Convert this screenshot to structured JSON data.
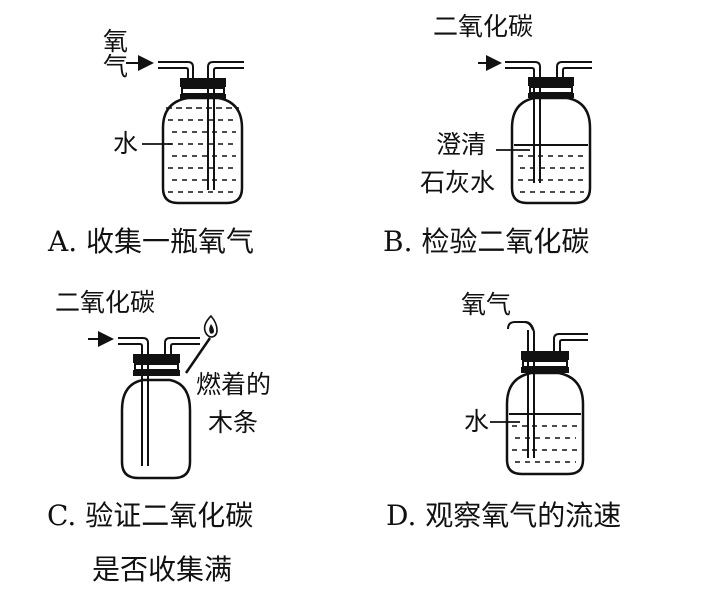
{
  "panel_a": {
    "gas_label_line1": "氧",
    "gas_label_line2": "气",
    "liquid_label": "水",
    "caption": "A. 收集一瓶氧气"
  },
  "panel_b": {
    "gas_label": "二氧化碳",
    "liquid_label_line1": "澄清",
    "liquid_label_line2": "石灰水",
    "caption": "B. 检验二氧化碳"
  },
  "panel_c": {
    "gas_label": "二氧化碳",
    "stick_label_line1": "燃着的",
    "stick_label_line2": "木条",
    "caption_line1": "C. 验证二氧化碳",
    "caption_line2": "是否收集满"
  },
  "panel_d": {
    "gas_label": "氧气",
    "liquid_label": "水",
    "caption": "D. 观察氧气的流速"
  },
  "colors": {
    "ink": "#111111",
    "background": "#ffffff"
  },
  "icons": [
    "wash-bottle-icon",
    "flame-icon",
    "arrow-icon"
  ]
}
